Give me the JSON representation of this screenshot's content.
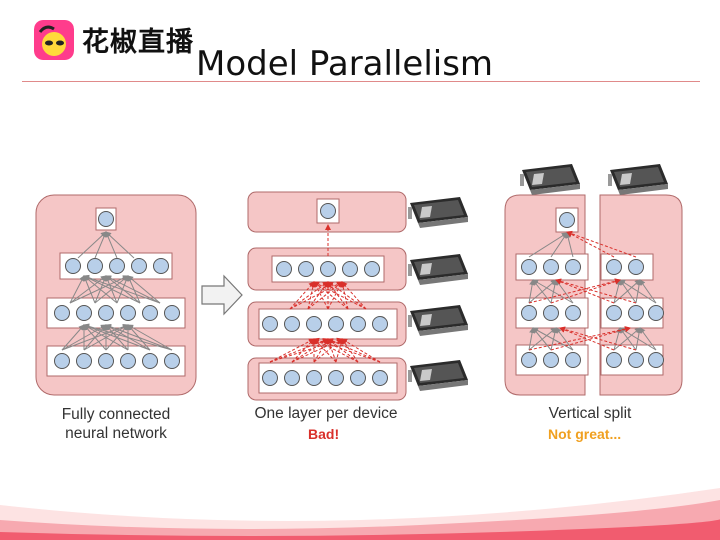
{
  "brand": {
    "name": "花椒直播"
  },
  "slide": {
    "title": "Model  Parallelism",
    "page_number": ""
  },
  "panels": [
    {
      "caption": "Fully connected\nneural network",
      "note": ""
    },
    {
      "caption": "One layer per device",
      "note": "Bad!"
    },
    {
      "caption": "Vertical split",
      "note": "Not great..."
    }
  ],
  "colors": {
    "layer_fill": "#f5c6c6",
    "layer_stroke": "#b06a6a",
    "neuron_fill": "#b8cfe9",
    "bad": "#d9302b",
    "not_great": "#f0a020",
    "accent_rule": "#e08a8a"
  },
  "icons": [
    "gpu-card-icon",
    "arrow-right-icon",
    "logo-icon"
  ]
}
